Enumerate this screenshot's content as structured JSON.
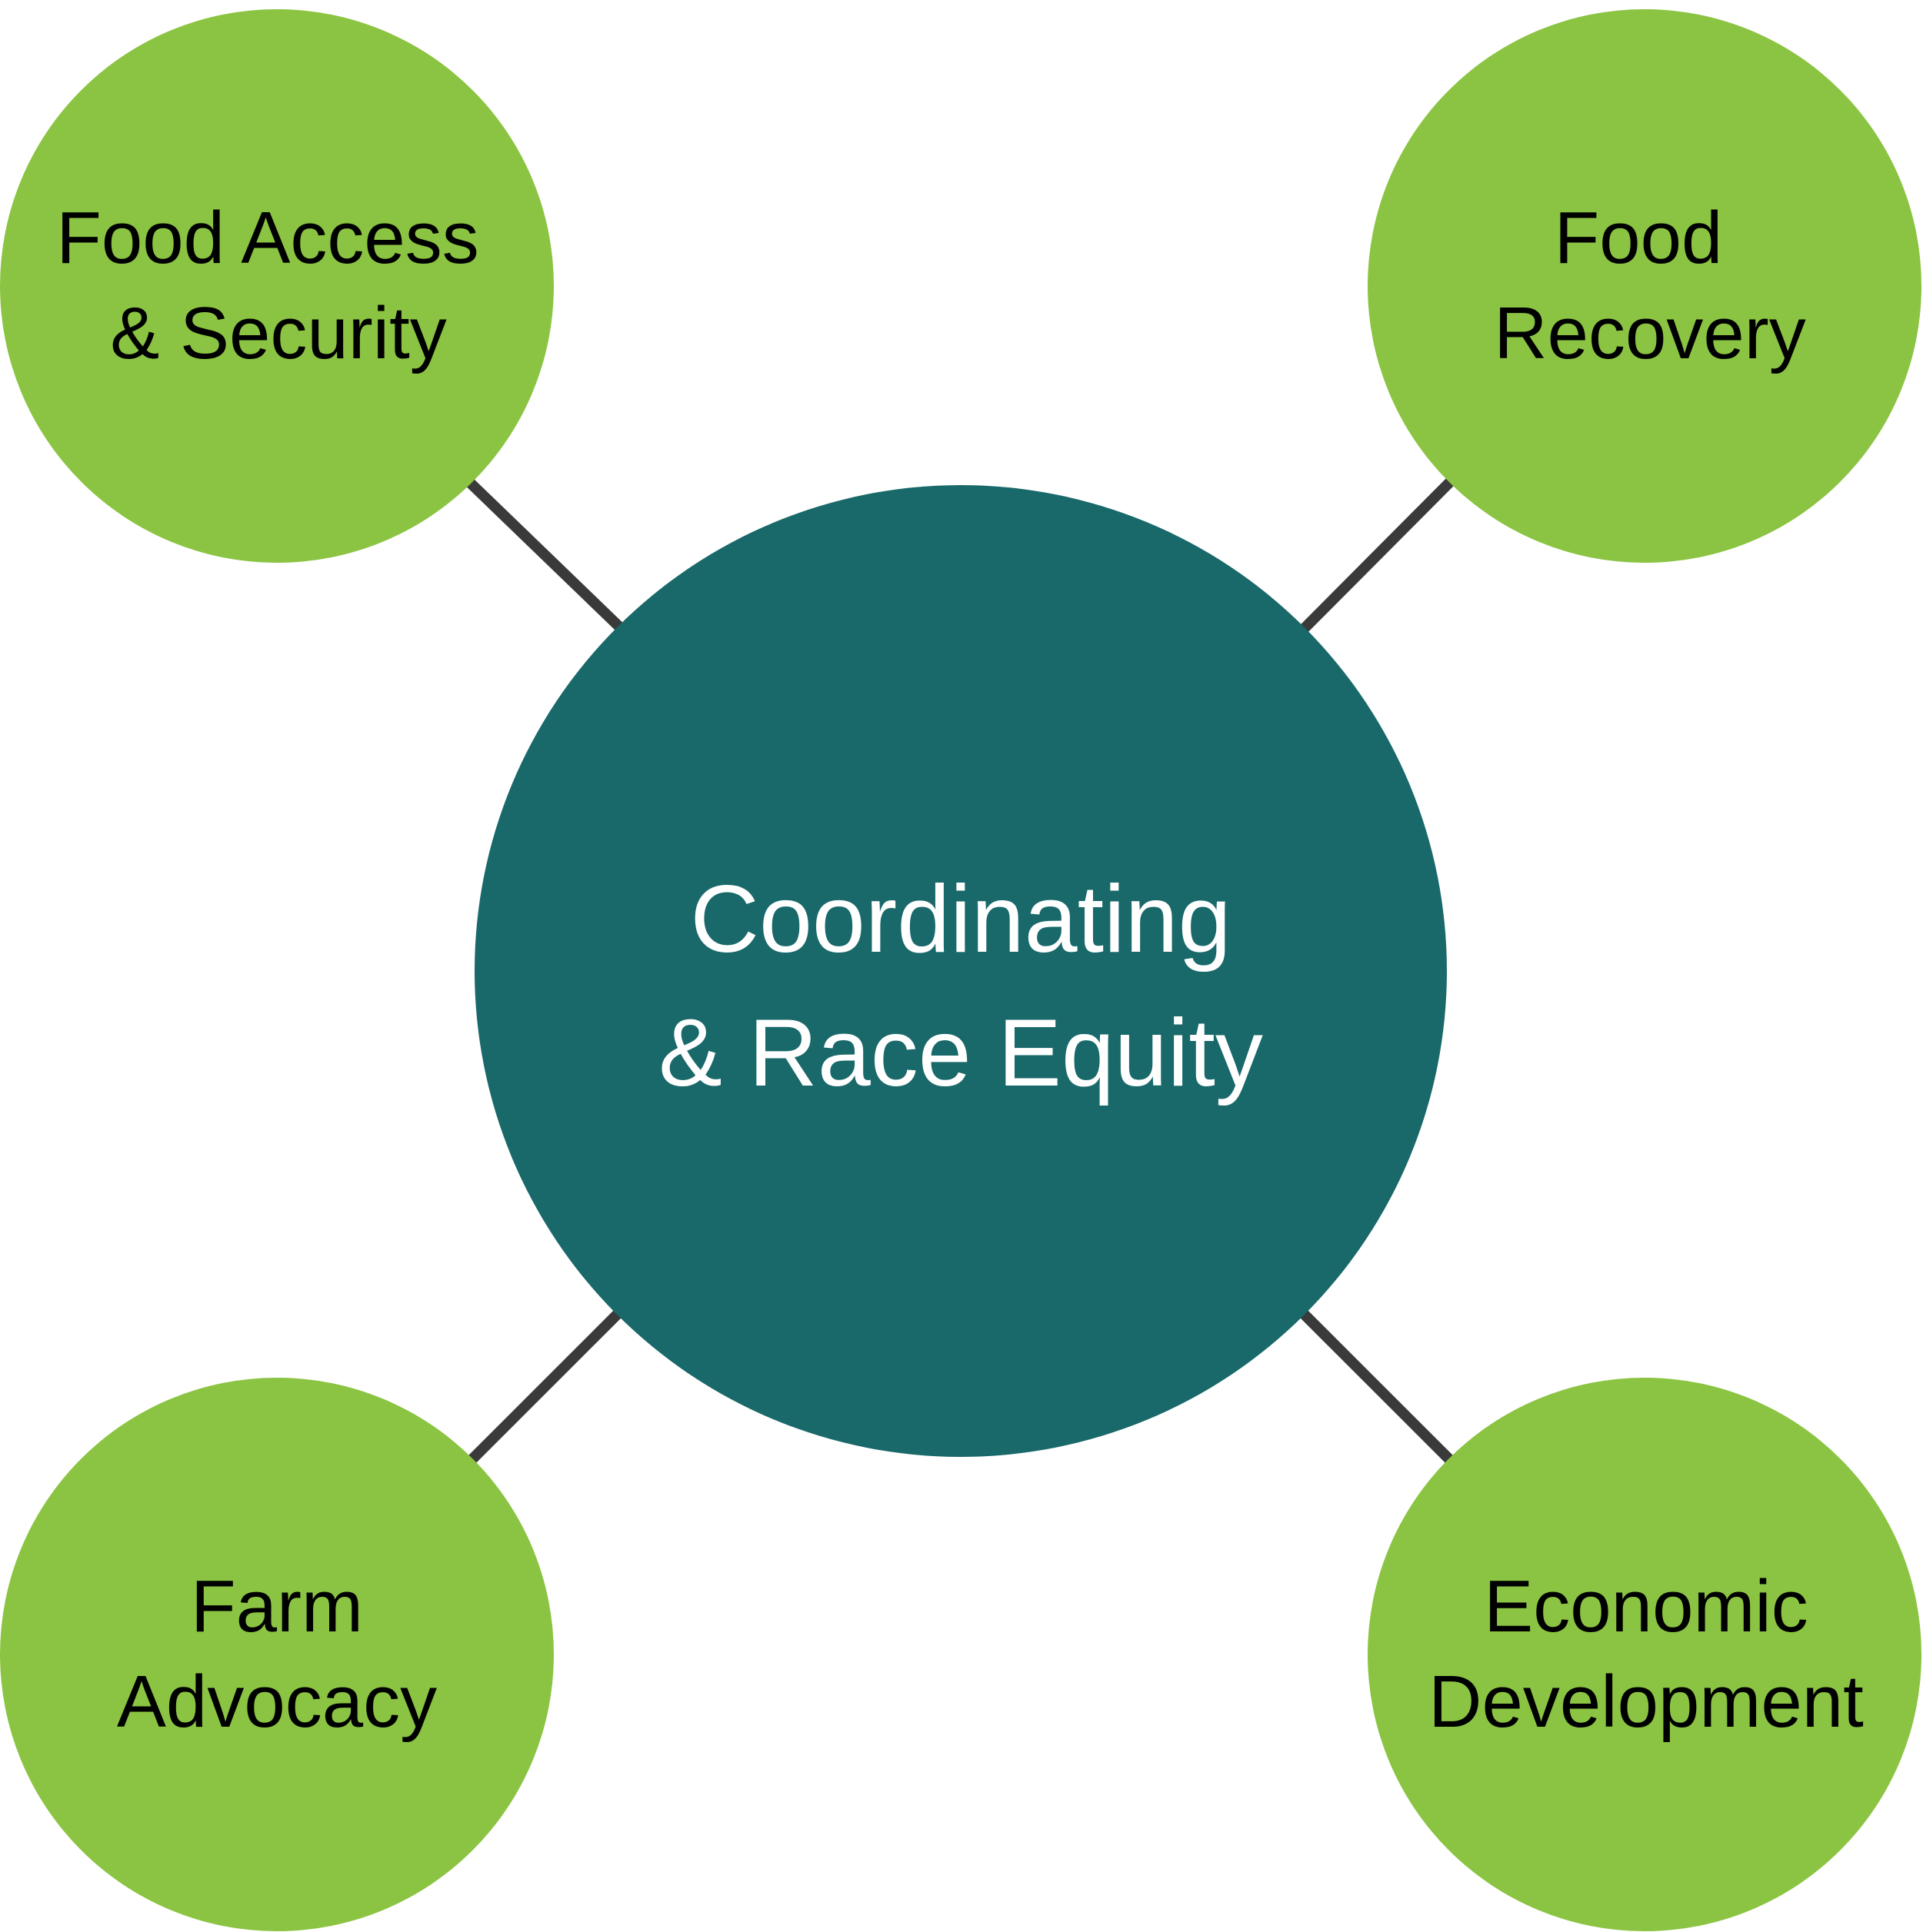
{
  "diagram": {
    "colors": {
      "hub_fill": "#19686A",
      "hub_text": "#FFFFFF",
      "spoke_fill": "#8BC442",
      "spoke_text": "#000000",
      "connector": "#3A3A3A"
    },
    "hub": {
      "line1": "Coordinating",
      "line2": "& Race Equity"
    },
    "nodes": {
      "top_left": {
        "line1": "Food Access",
        "line2": "& Security"
      },
      "top_right": {
        "line1": "Food",
        "line2": "Recovery"
      },
      "bottom_left": {
        "line1": "Farm",
        "line2": "Advocacy"
      },
      "bottom_right": {
        "line1": "Economic",
        "line2": "Development"
      }
    }
  }
}
